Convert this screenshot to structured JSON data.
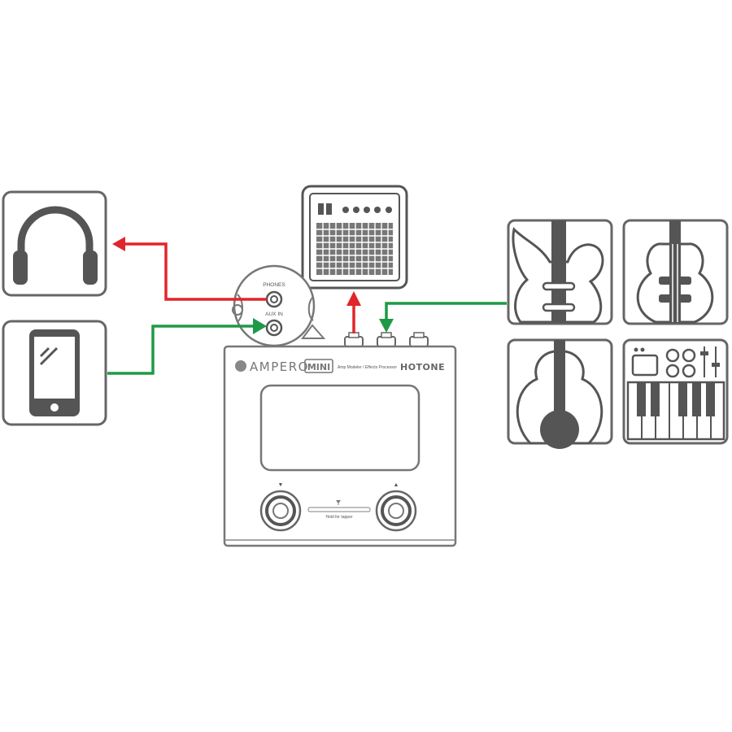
{
  "device": {
    "brand_left": "AMPERO",
    "model_badge": "MINI",
    "subtitle": "Amp Modeler / Effects Processor",
    "brand_right": "HOTONE",
    "footswitch_left_marker": "▼",
    "footswitch_right_marker": "▲",
    "center_hint": "Hold for tapper"
  },
  "jack_callout": {
    "phones_label": "PHONES",
    "aux_in_label": "AUX IN"
  },
  "icons": {
    "headphones": "headphones-icon",
    "phone": "smartphone-icon",
    "amp": "guitar-amp-icon",
    "electric_guitar": "electric-guitar-icon",
    "bass_guitar": "bass-guitar-icon",
    "acoustic_guitar": "acoustic-guitar-icon",
    "keyboard": "synth-keyboard-icon"
  },
  "colors": {
    "output_arrow": "#e0262b",
    "input_arrow": "#1e9a46",
    "outline": "#555555"
  }
}
